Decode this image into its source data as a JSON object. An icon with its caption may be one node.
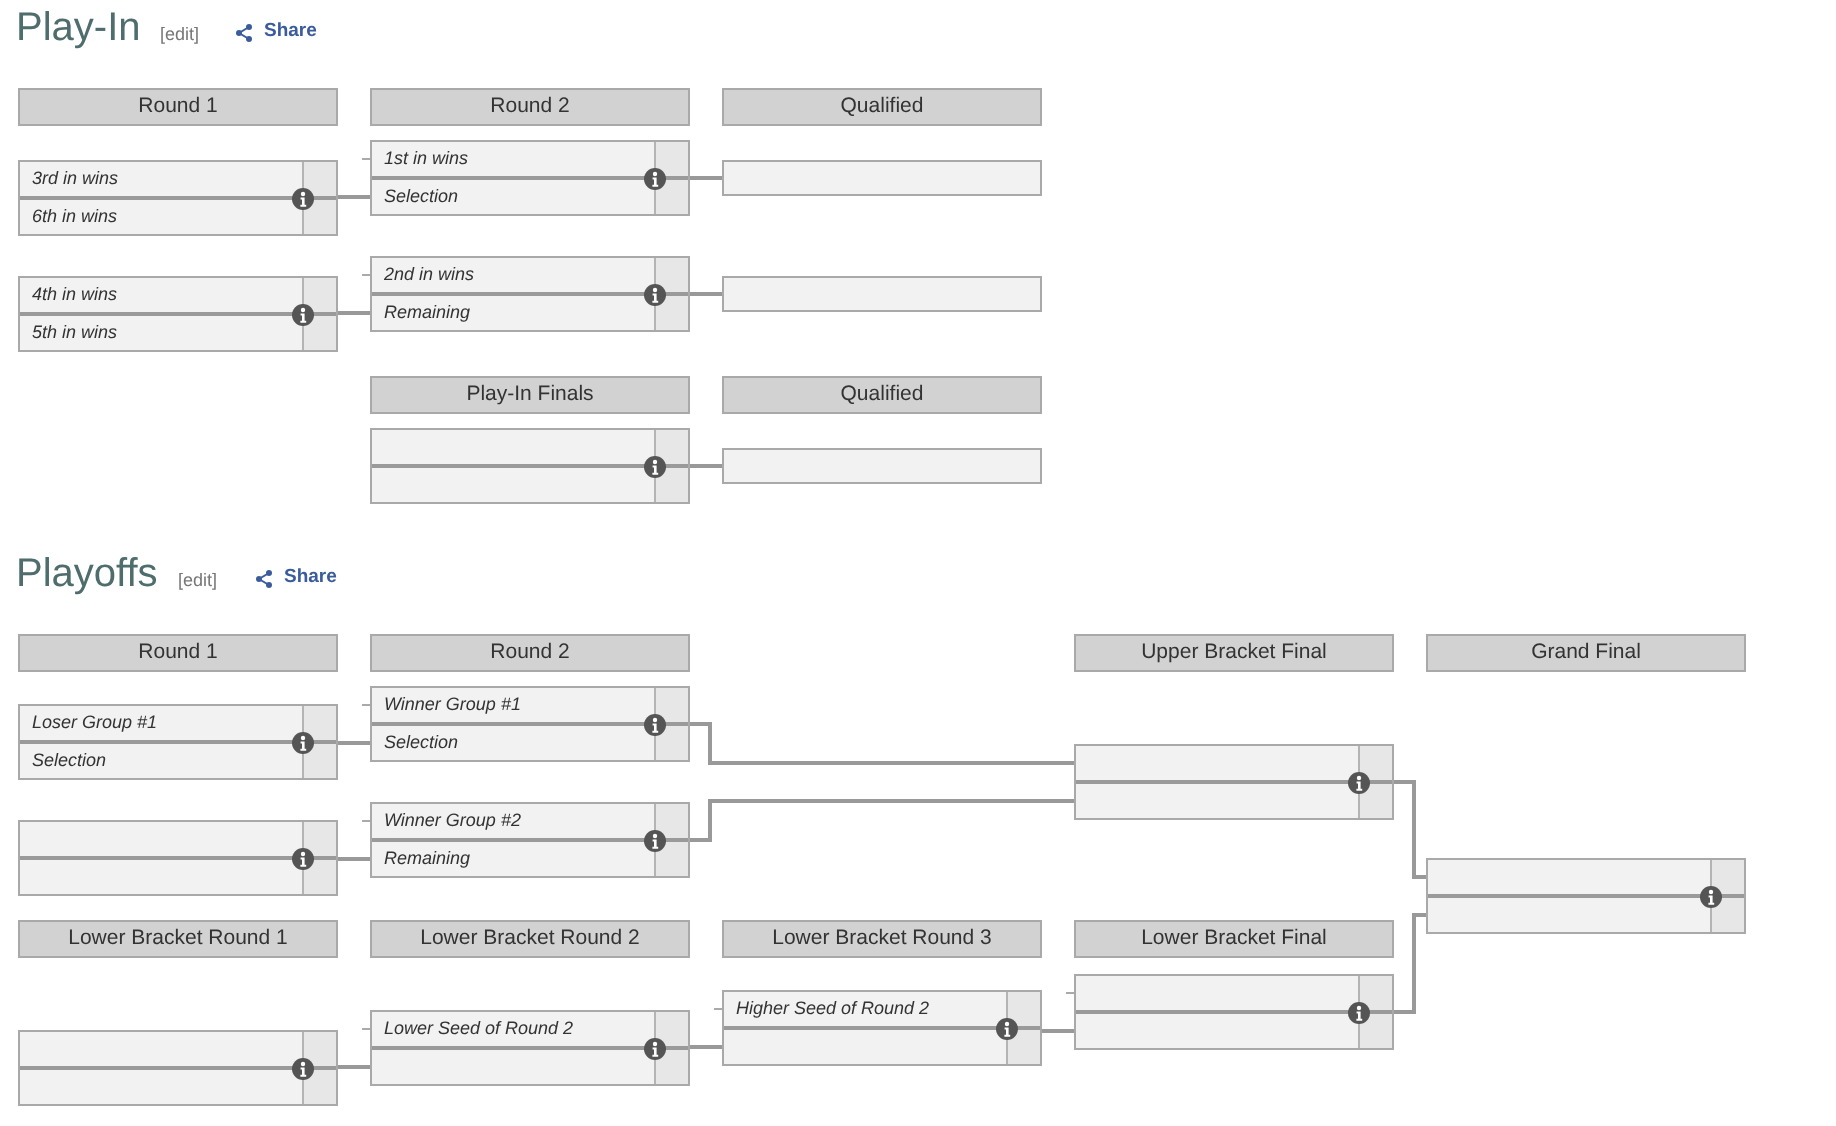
{
  "diagram": {
    "nodes": [
      {
        "text": [
          "Round 1"
        ]
      },
      {
        "text": [
          "Round 2"
        ]
      },
      {
        "text": [
          "Qualified"
        ]
      },
      {
        "text": [
          "3rd in wins",
          "6th in wins"
        ]
      },
      {
        "text": [
          "1st in wins",
          "Selection"
        ]
      },
      {
        "text": [],
        "shape": "box"
      },
      {
        "text": [
          "4th in wins",
          "5th in wins"
        ]
      },
      {
        "text": [
          "2nd in wins",
          "Remaining"
        ]
      },
      {
        "text": [],
        "shape": "box"
      },
      {
        "text": [
          "Play-In Finals"
        ]
      },
      {
        "text": [
          "Qualified"
        ]
      },
      {
        "text": [],
        "shape": "box"
      },
      {
        "text": [],
        "shape": "box"
      },
      {
        "text": [
          "Round 1"
        ]
      },
      {
        "text": [
          "Round 2"
        ]
      },
      {
        "text": [
          "Upper Bracket Final"
        ]
      },
      {
        "text": [
          "Grand Final"
        ]
      },
      {
        "text": [
          "Loser Group #1",
          "Selection"
        ]
      },
      {
        "text": [
          "Winner Group #1",
          "Selection"
        ]
      },
      {
        "text": [],
        "shape": "box"
      },
      {
        "text": [
          "Winner Group #2",
          "Remaining"
        ]
      },
      {
        "text": [],
        "shape": "box"
      },
      {
        "text": [],
        "shape": "box"
      },
      {
        "text": [
          "Lower Bracket Round 1"
        ]
      },
      {
        "text": [
          "Lower Bracket Round 2"
        ]
      },
      {
        "text": [
          "Lower Bracket Round 3"
        ]
      },
      {
        "text": [
          "Lower Bracket Final"
        ]
      },
      {
        "text": [],
        "shape": "box"
      },
      {
        "text": [
          "Lower Seed of Round 2"
        ]
      },
      {
        "text": [
          "Higher Seed of Round 2"
        ]
      },
      {
        "text": [],
        "shape": "box"
      }
    ],
    "edges": [
      {
        "from": 3,
        "to": 4,
        "arrow": "none"
      },
      {
        "from": null,
        "to": 4,
        "arrow": "none"
      },
      {
        "from": 4,
        "to": 5,
        "arrow": "none"
      },
      {
        "from": 6,
        "to": 7,
        "arrow": "none"
      },
      {
        "from": null,
        "to": 7,
        "arrow": "none"
      },
      {
        "from": 7,
        "to": 8,
        "arrow": "none"
      },
      {
        "from": 11,
        "to": 12,
        "arrow": "none"
      },
      {
        "from": 17,
        "to": 18,
        "arrow": "none"
      },
      {
        "from": null,
        "to": 18,
        "arrow": "none"
      },
      {
        "from": 19,
        "to": 20,
        "arrow": "none"
      },
      {
        "from": null,
        "to": 20,
        "arrow": "none"
      },
      {
        "from": 18,
        "to": 21,
        "arrow": "none"
      },
      {
        "from": 20,
        "to": 21,
        "arrow": "none"
      },
      {
        "from": 21,
        "to": 22,
        "arrow": "none"
      },
      {
        "from": 30,
        "to": 22,
        "arrow": "none"
      },
      {
        "from": 27,
        "to": 28,
        "arrow": "none"
      },
      {
        "from": null,
        "to": 28,
        "arrow": "none"
      },
      {
        "from": 28,
        "to": 29,
        "arrow": "none"
      },
      {
        "from": null,
        "to": 29,
        "arrow": "none"
      },
      {
        "from": 29,
        "to": 30,
        "arrow": "none"
      },
      {
        "from": null,
        "to": 30,
        "arrow": "none"
      }
    ],
    "labels": [
      "Play-In",
      "[edit]",
      "Share",
      "Playoffs",
      "[edit]",
      "Share"
    ]
  }
}
